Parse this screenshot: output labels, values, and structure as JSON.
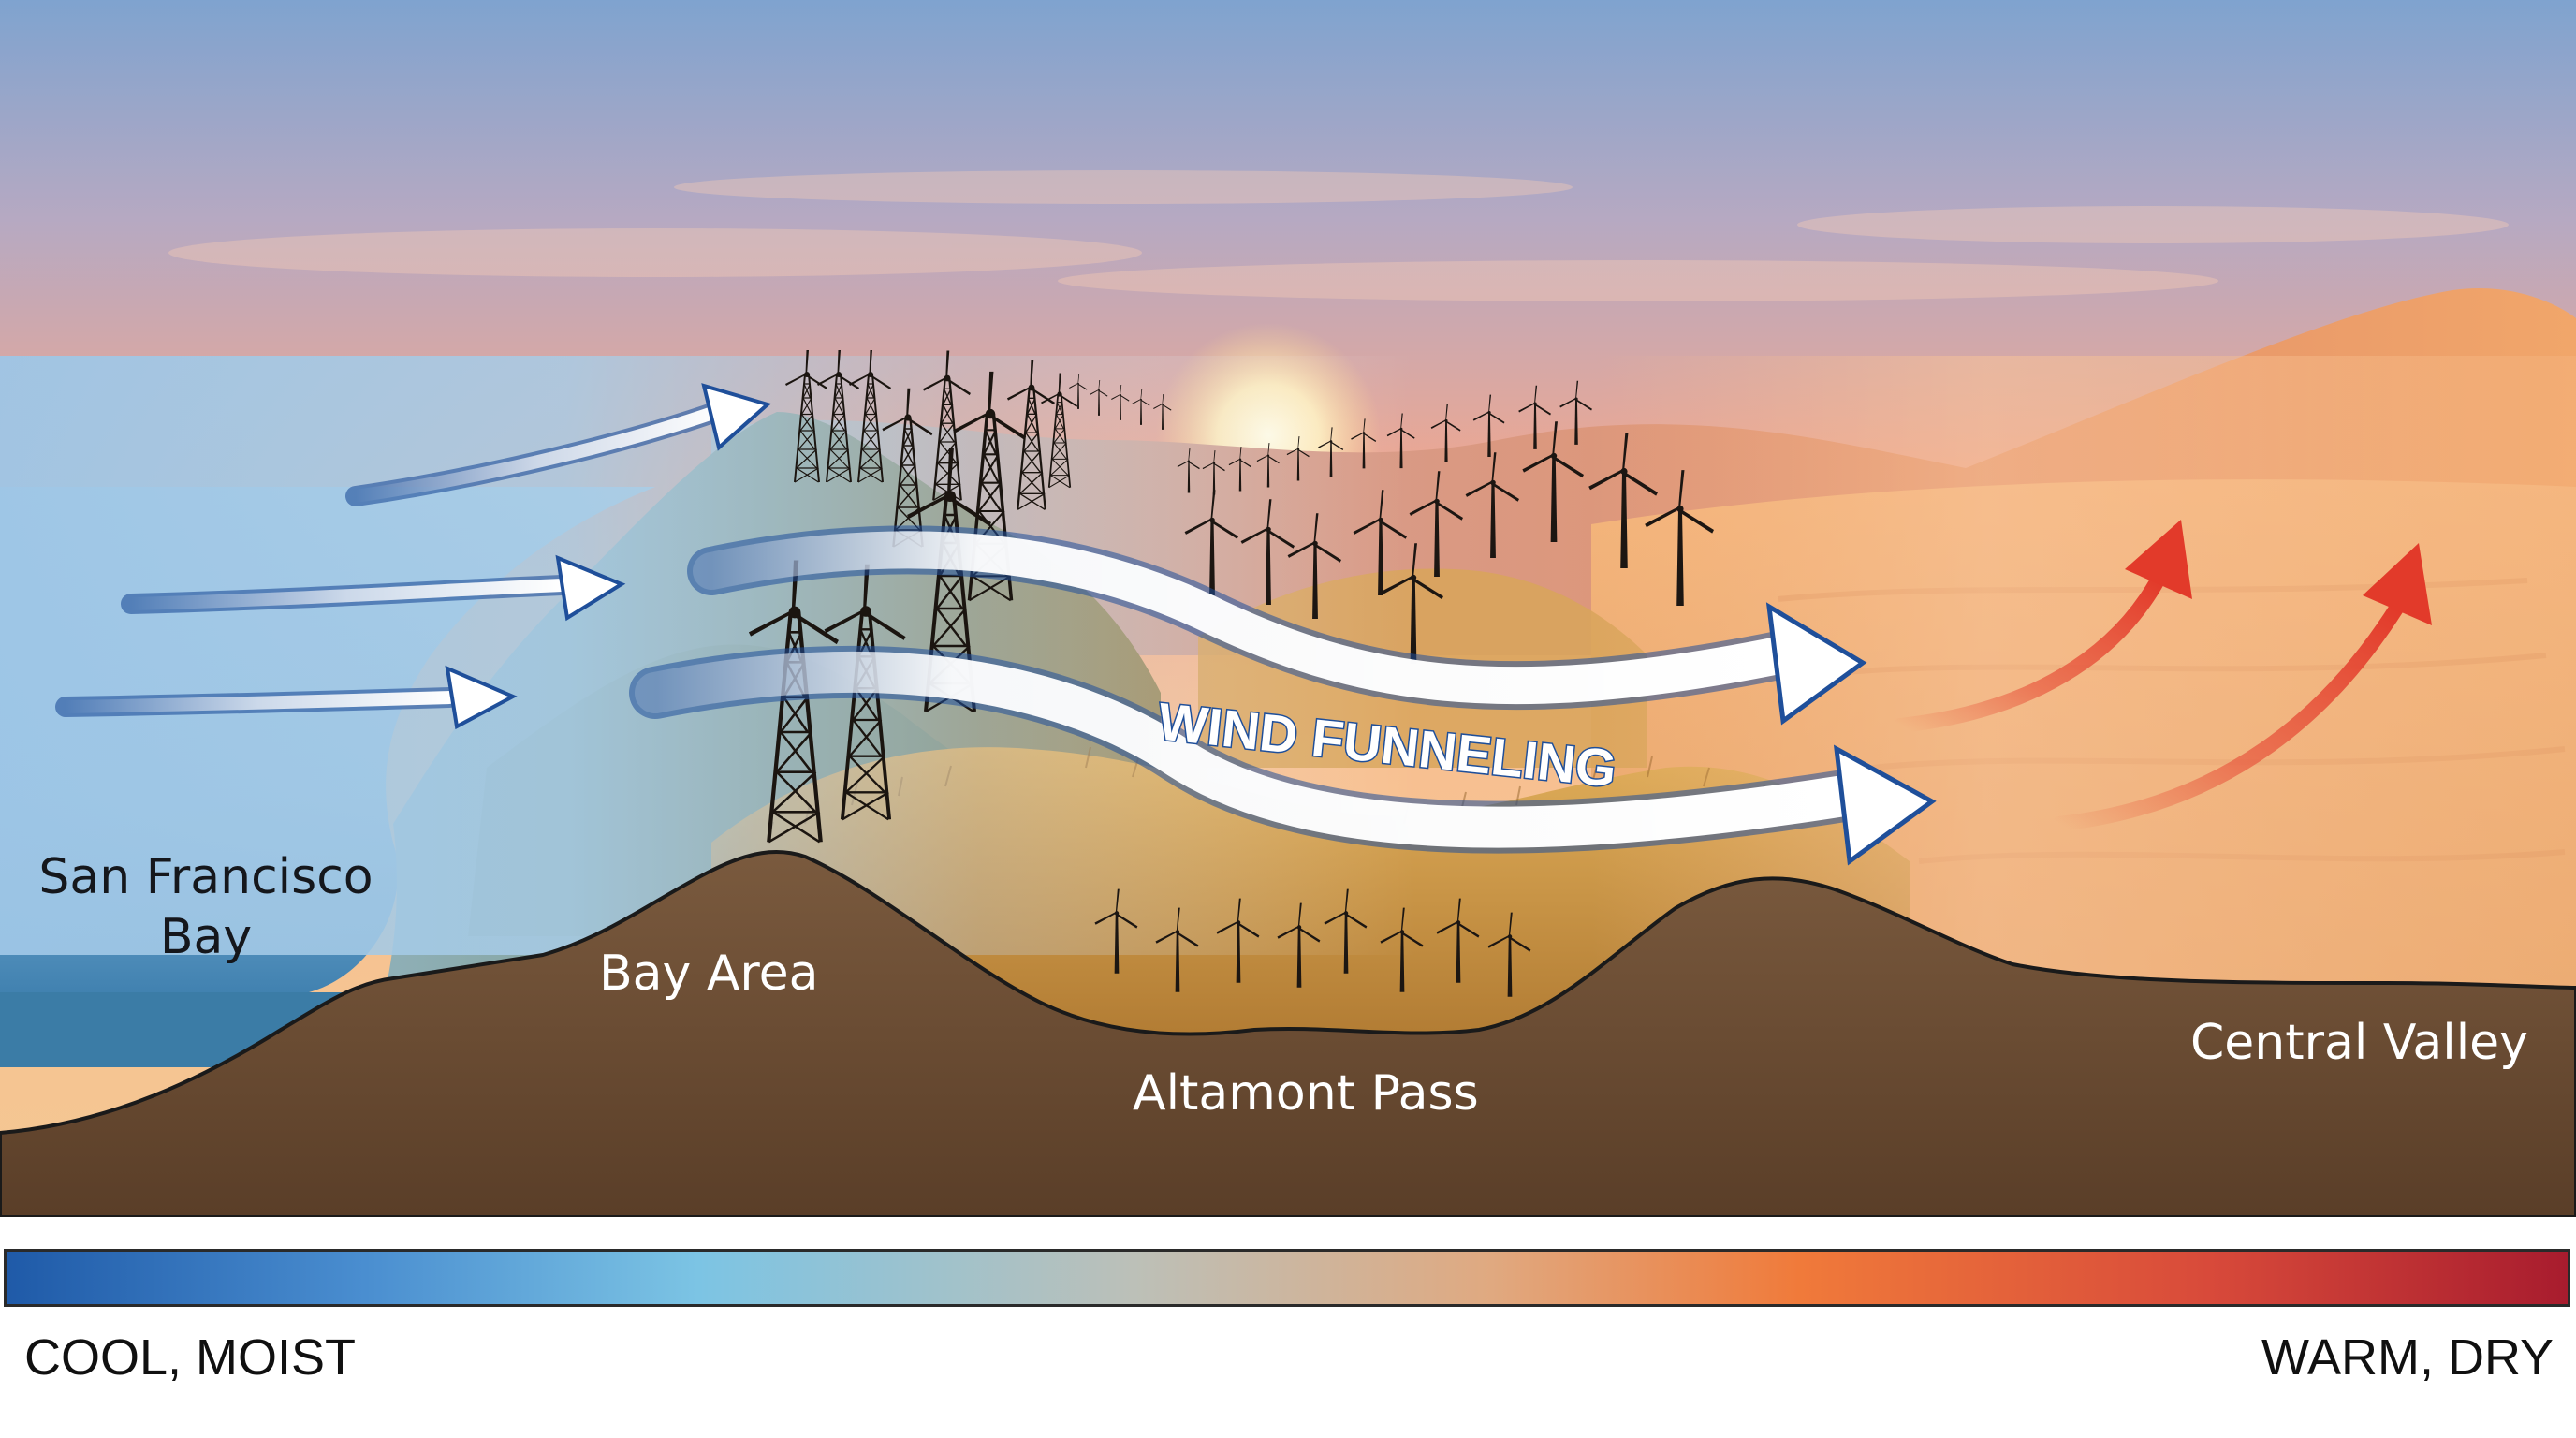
{
  "labels": {
    "san_francisco_bay": "San Francisco Bay",
    "bay_area": "Bay Area",
    "altamont_pass": "Altamont Pass",
    "central_valley": "Central Valley",
    "wind_funneling": "WIND FUNNELING"
  },
  "colorbar": {
    "left_label": "COOL, MOIST",
    "right_label": "WARM, DRY",
    "colors": [
      "#1f5aa8",
      "#7cc4e4",
      "#f07a3a",
      "#a81c2e"
    ]
  },
  "icons": {
    "cool_wind_arrow": "white-arrow",
    "warm_rising_arrow": "red-arrow",
    "turbine": "wind-turbine-icon",
    "tower": "lattice-tower-icon"
  }
}
